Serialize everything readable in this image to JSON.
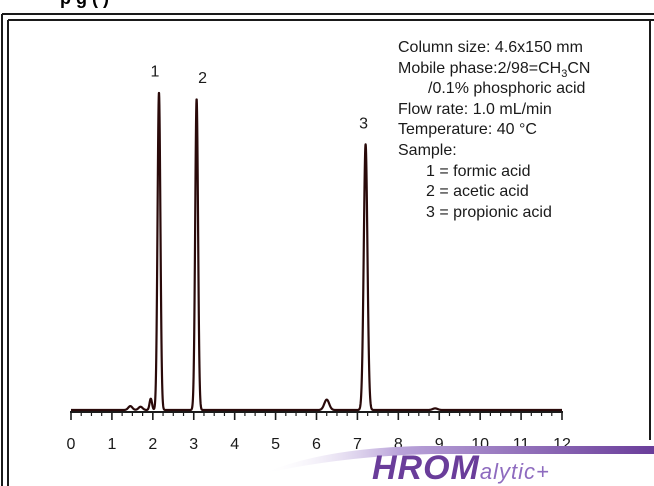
{
  "title": {
    "text": "p         g         (          )",
    "note": "title row is cut off at the top edge; only descenders remain visible"
  },
  "info": {
    "column_size": "Column size: 4.6x150 mm",
    "mobile_phase_prefix": "Mobile phase:2/98=CH",
    "mobile_phase_sub": "3",
    "mobile_phase_suffix": "CN",
    "mobile_phase_line2": "/0.1% phosphoric acid",
    "flow_rate": "Flow rate: 1.0 mL/min",
    "temperature": "Temperature: 40 °C",
    "sample_label": "Sample:",
    "samples": [
      "1 = formic acid",
      "2 = acetic acid",
      "3 = propionic acid"
    ]
  },
  "logo": {
    "text_bold": "HROM",
    "text_light": "alytic",
    "text_cut": "+"
  },
  "colors": {
    "trace": "#2a0a0a",
    "frame": "#1a1a1a",
    "logo": "#6a3d9a"
  },
  "chart_data": {
    "type": "line",
    "title": "",
    "xlabel": "",
    "ylabel": "",
    "x_range": [
      0,
      12
    ],
    "x_ticks": [
      0,
      1,
      2,
      3,
      4,
      5,
      6,
      7,
      8,
      9,
      10,
      11,
      12
    ],
    "x_tick_labels": [
      "0",
      "1",
      "2",
      "3",
      "4",
      "5",
      "6",
      "7",
      "8",
      "9",
      "10",
      "11",
      "12"
    ],
    "y_range": [
      0,
      100
    ],
    "grid": false,
    "peaks": [
      {
        "label": "1",
        "rt": 2.15,
        "height": 98,
        "width": 0.035
      },
      {
        "label": "2",
        "rt": 3.07,
        "height": 96,
        "width": 0.035
      },
      {
        "label": "3",
        "rt": 7.2,
        "height": 82,
        "width": 0.045
      }
    ],
    "minor_peaks": [
      {
        "rt": 1.45,
        "height": 1.2,
        "width": 0.05
      },
      {
        "rt": 1.7,
        "height": 1.0,
        "width": 0.05
      },
      {
        "rt": 1.95,
        "height": 3.5,
        "width": 0.03
      },
      {
        "rt": 6.25,
        "height": 3.2,
        "width": 0.06
      },
      {
        "rt": 8.9,
        "height": 0.5,
        "width": 0.06
      }
    ]
  }
}
